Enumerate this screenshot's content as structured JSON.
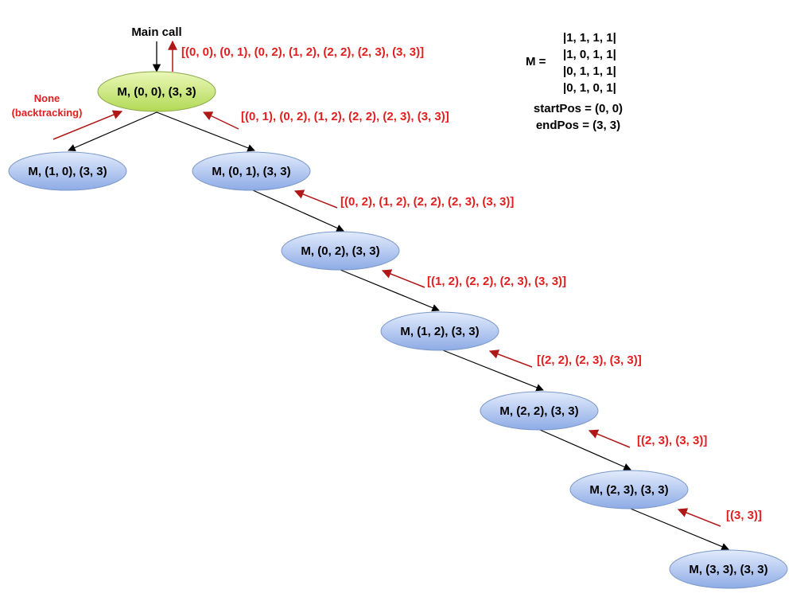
{
  "colors": {
    "root_fill_light": "#e4f5a8",
    "root_fill_dark": "#b4db56",
    "node_fill_light": "#dbe6fb",
    "node_fill_dark": "#93b0e8",
    "node_stroke": "#7a98c9",
    "return_red": "#e02020",
    "arrow_dark_red": "#b01818",
    "call_black": "#000000"
  },
  "main_call_label": "Main call",
  "matrix": {
    "label": "M =",
    "rows": [
      "|1, 1, 1, 1|",
      "|1, 0, 1, 1|",
      "|0, 1, 1, 1|",
      "|0, 1, 0, 1|"
    ],
    "start_pos": "startPos = (0, 0)",
    "end_pos": "endPos = (3, 3)"
  },
  "nodes": [
    {
      "label": "M, (0, 0), (3, 3)",
      "kind": "root"
    },
    {
      "label": "M, (1, 0), (3, 3)",
      "kind": "call"
    },
    {
      "label": "M, (0, 1), (3, 3)",
      "kind": "call"
    },
    {
      "label": "M, (0, 2), (3, 3)",
      "kind": "call"
    },
    {
      "label": "M, (1, 2), (3, 3)",
      "kind": "call"
    },
    {
      "label": "M, (2, 2), (3, 3)",
      "kind": "call"
    },
    {
      "label": "M, (2, 3), (3, 3)",
      "kind": "call"
    },
    {
      "label": "M, (3, 3), (3, 3)",
      "kind": "call"
    }
  ],
  "returns": {
    "root": "[(0, 0), (0, 1), (0, 2), (1, 2), (2, 2), (2, 3), (3, 3)]",
    "none_line1": "None",
    "none_line2": "(backtracking)",
    "from_0_1": "[(0, 1), (0, 2), (1, 2), (2, 2), (2, 3), (3, 3)]",
    "from_0_2": "[(0, 2), (1, 2), (2, 2), (2, 3), (3, 3)]",
    "from_1_2": "[(1, 2), (2, 2), (2, 3), (3, 3)]",
    "from_2_2": "[(2, 2), (2, 3), (3, 3)]",
    "from_2_3": "[(2, 3), (3, 3)]",
    "from_3_3": "[(3, 3)]"
  }
}
